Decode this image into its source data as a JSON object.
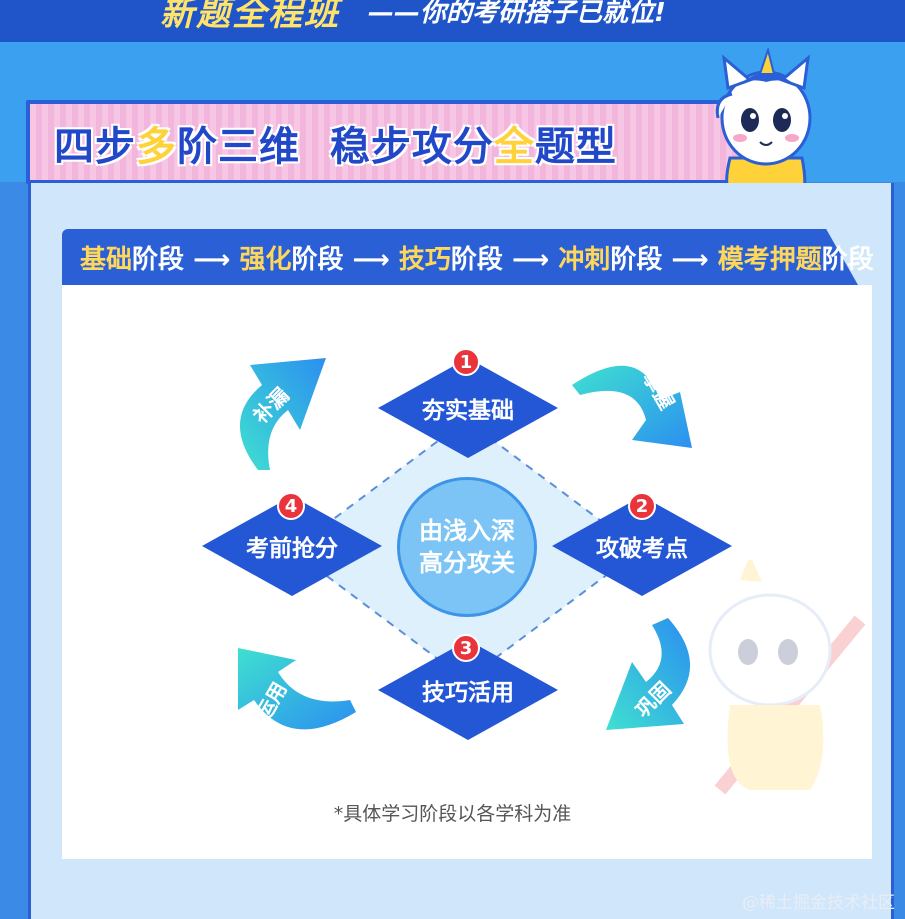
{
  "banner": {
    "headline": "新题全程班",
    "subline": "——你的考研搭子已就位!"
  },
  "title": {
    "part1_a": "四步",
    "part1_b": "多",
    "part1_c": "阶三维",
    "part2_a": "稳步攻分",
    "part2_b": "全",
    "part2_c": "题型"
  },
  "stages": [
    {
      "highlight": "基础",
      "suffix": "阶段"
    },
    {
      "highlight": "强化",
      "suffix": "阶段"
    },
    {
      "highlight": "技巧",
      "suffix": "阶段"
    },
    {
      "highlight": "冲刺",
      "suffix": "阶段"
    },
    {
      "highlight": "模考押题",
      "suffix": "阶段"
    }
  ],
  "stage_arrow": "⟶",
  "steps": [
    {
      "num": "1",
      "label": "夯实基础"
    },
    {
      "num": "2",
      "label": "攻破考点"
    },
    {
      "num": "3",
      "label": "技巧活用"
    },
    {
      "num": "4",
      "label": "考前抢分"
    }
  ],
  "center": {
    "line1": "由浅入深",
    "line2": "高分攻关"
  },
  "arrows": {
    "top_left": "补漏",
    "top_right": "掌握",
    "bottom_right": "巩固",
    "bottom_left": "运用"
  },
  "footnote": "*具体学习阶段以各学科为准",
  "watermark": "@稀土掘金技术社区",
  "colors": {
    "primary_blue": "#2a5fd6",
    "highlight_yellow": "#ffd75a",
    "badge_red": "#e8343a",
    "arrow_cyan": "#3fd3d3"
  }
}
